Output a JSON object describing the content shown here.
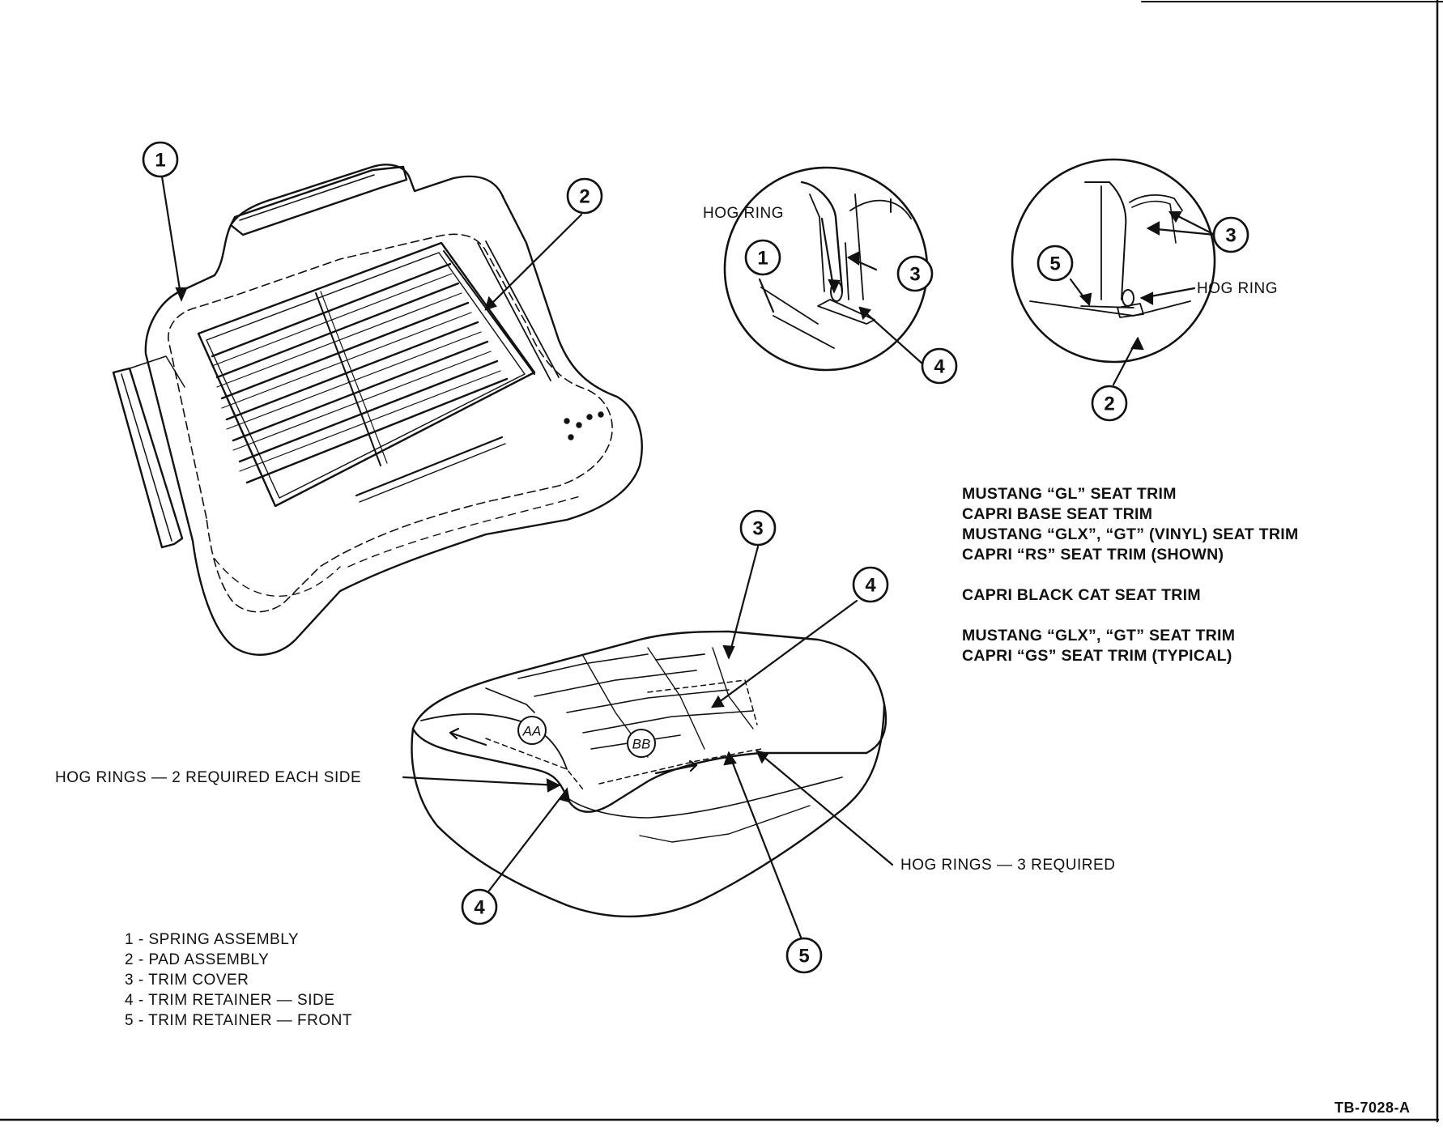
{
  "callouts": {
    "spring_assembly_main": "1",
    "pad_assembly_main": "2",
    "trim_cover_main": "3",
    "retainer_side_upper": "4",
    "retainer_side_lower": "4",
    "retainer_front_lower": "5",
    "detail_left_1": "1",
    "detail_left_3": "3",
    "detail_left_4": "4",
    "detail_right_5": "5",
    "detail_right_3": "3",
    "detail_right_2": "2",
    "view_aa": "AA",
    "view_bb": "BB"
  },
  "labels": {
    "hog_ring_left": "HOG RING",
    "hog_ring_right": "HOG RING",
    "hog_rings_side": "HOG RINGS — 2 REQUIRED EACH SIDE",
    "hog_rings_front": "HOG RINGS — 3 REQUIRED"
  },
  "trim_list": {
    "group1": [
      "MUSTANG “GL” SEAT TRIM",
      "CAPRI BASE SEAT TRIM",
      "MUSTANG “GLX”, “GT” (VINYL) SEAT TRIM",
      "CAPRI “RS” SEAT TRIM (SHOWN)"
    ],
    "group2": [
      "CAPRI BLACK CAT SEAT TRIM"
    ],
    "group3": [
      "MUSTANG “GLX”, “GT” SEAT TRIM",
      "CAPRI “GS” SEAT TRIM (TYPICAL)"
    ]
  },
  "legend": [
    "1 - SPRING ASSEMBLY",
    "2 - PAD ASSEMBLY",
    "3 - TRIM COVER",
    "4 - TRIM RETAINER — SIDE",
    "5 - TRIM RETAINER — FRONT"
  ],
  "figure_id": "TB-7028-A"
}
